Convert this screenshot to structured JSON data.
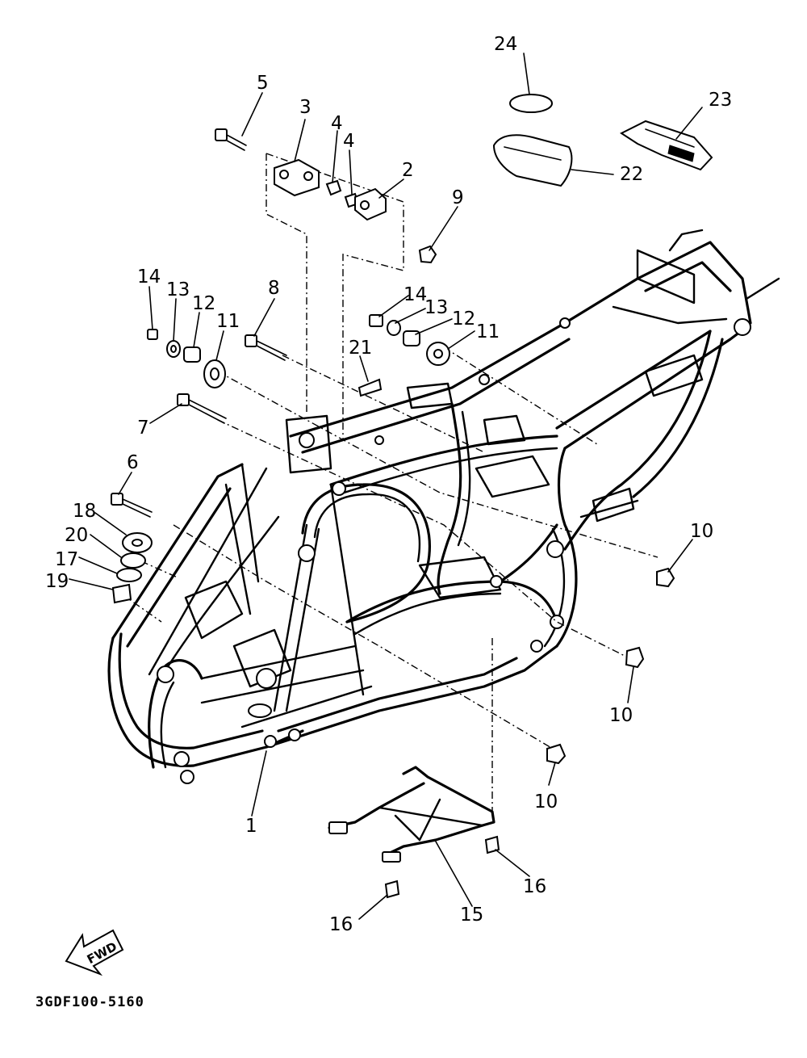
{
  "diagram": {
    "drawing_code": "3GDF100-5160",
    "forward_arrow_label": "FWD",
    "callouts": [
      {
        "id": "c1",
        "label": "1"
      },
      {
        "id": "c2",
        "label": "2"
      },
      {
        "id": "c3",
        "label": "3"
      },
      {
        "id": "c4a",
        "label": "4"
      },
      {
        "id": "c4b",
        "label": "4"
      },
      {
        "id": "c5",
        "label": "5"
      },
      {
        "id": "c6",
        "label": "6"
      },
      {
        "id": "c7",
        "label": "7"
      },
      {
        "id": "c8",
        "label": "8"
      },
      {
        "id": "c9",
        "label": "9"
      },
      {
        "id": "c10a",
        "label": "10"
      },
      {
        "id": "c10b",
        "label": "10"
      },
      {
        "id": "c10c",
        "label": "10"
      },
      {
        "id": "c11a",
        "label": "11"
      },
      {
        "id": "c11b",
        "label": "11"
      },
      {
        "id": "c12a",
        "label": "12"
      },
      {
        "id": "c12b",
        "label": "12"
      },
      {
        "id": "c13a",
        "label": "13"
      },
      {
        "id": "c13b",
        "label": "13"
      },
      {
        "id": "c14a",
        "label": "14"
      },
      {
        "id": "c14b",
        "label": "14"
      },
      {
        "id": "c15",
        "label": "15"
      },
      {
        "id": "c16a",
        "label": "16"
      },
      {
        "id": "c16b",
        "label": "16"
      },
      {
        "id": "c17",
        "label": "17"
      },
      {
        "id": "c18",
        "label": "18"
      },
      {
        "id": "c19",
        "label": "19"
      },
      {
        "id": "c20",
        "label": "20"
      },
      {
        "id": "c21",
        "label": "21"
      },
      {
        "id": "c22",
        "label": "22"
      },
      {
        "id": "c23",
        "label": "23"
      },
      {
        "id": "c24",
        "label": "24"
      }
    ]
  }
}
